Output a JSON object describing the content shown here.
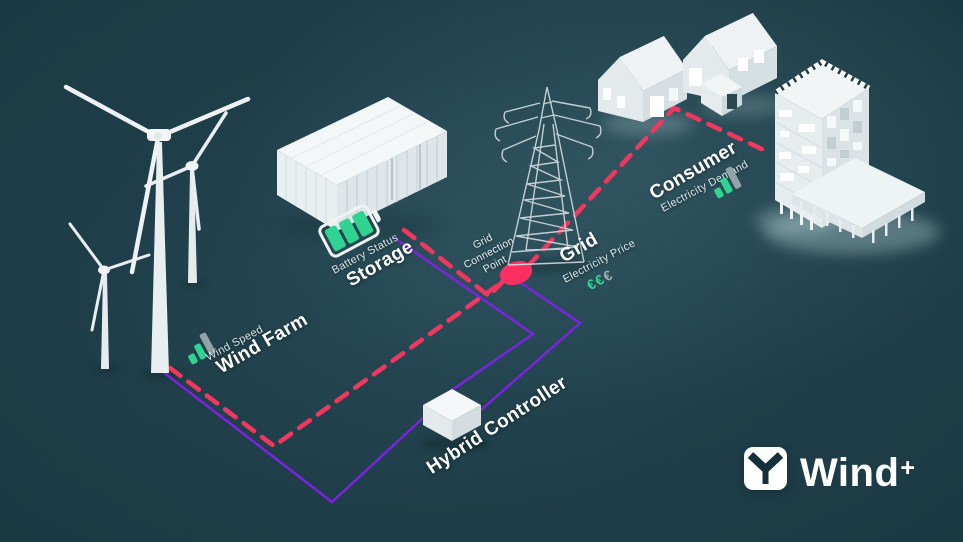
{
  "nodes": {
    "wind_farm": {
      "label": "Wind Farm",
      "metric": "Wind Speed"
    },
    "storage": {
      "label": "Storage",
      "metric": "Battery Status"
    },
    "grid_connection_point": {
      "lines": [
        "Grid",
        "Connection",
        "Point"
      ]
    },
    "grid": {
      "label": "Grid",
      "metric": "Electricity Price",
      "euro_symbols": [
        "€",
        "€",
        "€"
      ]
    },
    "consumer": {
      "label": "Consumer",
      "metric": "Electricity Demand"
    },
    "hybrid_controller": {
      "label": "Hybrid Controller"
    }
  },
  "logo": {
    "text": "Wind",
    "suffix": "+"
  },
  "icons": {
    "wind_speed": "bar-meter-icon",
    "battery": "battery-level-icon",
    "electricity_price": "euro-symbols-icon",
    "electricity_demand": "bar-meter-icon",
    "grid_connection": "connection-node-dot",
    "logo": "wind-turbine-logo-icon",
    "meter_bars": {
      "heights": [
        10,
        16,
        23
      ],
      "colors": [
        "#2fd492",
        "#2fd492",
        "#93a3aa"
      ]
    },
    "battery_cells": 3,
    "euro_colors": [
      "#2fd492",
      "#2fd492",
      "#9fadb3"
    ]
  },
  "colors": {
    "background": "#1e3d48",
    "power_flow_dashed": "#ef3760",
    "control_line": "#7e22e2",
    "connection_dot": "#fb3060",
    "positive_green": "#2fd492",
    "neutral_gray": "#97a6ac",
    "structures": "#f2f5f6"
  }
}
